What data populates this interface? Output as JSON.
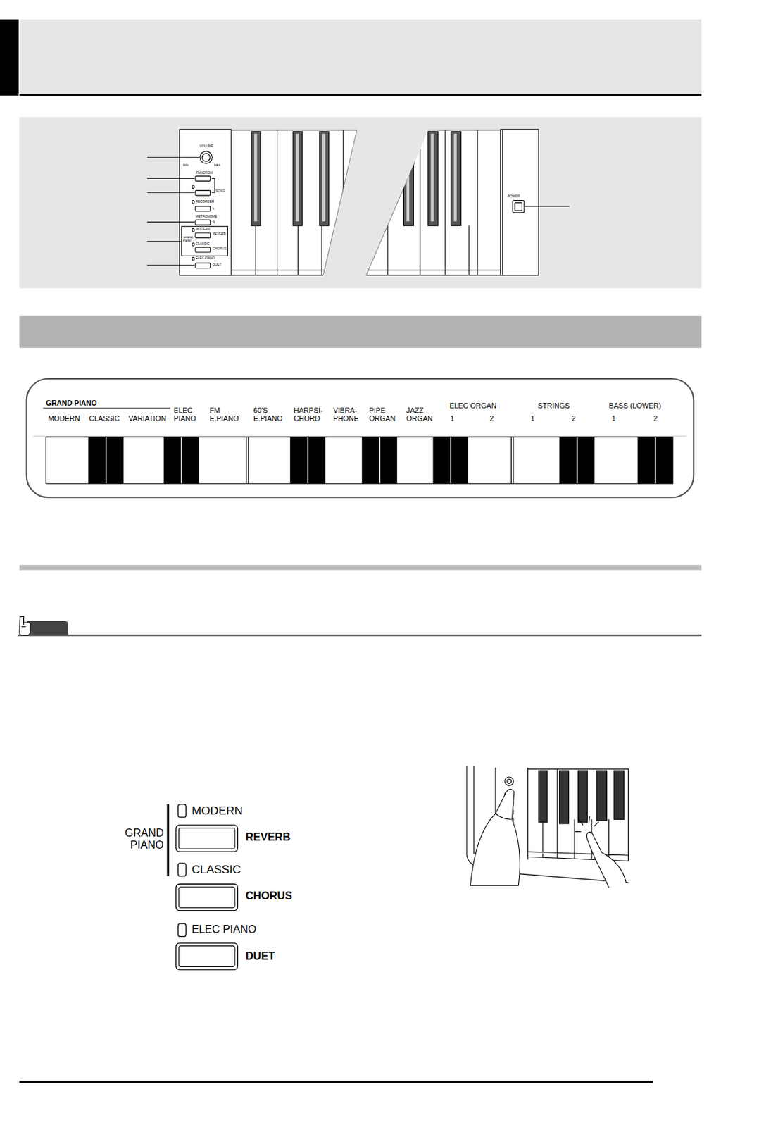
{
  "diagram": {
    "labels": [
      "VOLUME",
      "MIN",
      "MAX",
      "FUNCTION",
      "SONG",
      "RECORDER",
      "L",
      "METRONOME",
      "R",
      "GRAND PIANO",
      "MODERN",
      "REVERB",
      "CLASSIC",
      "CHORUS",
      "ELEC PIANO",
      "DUET",
      "POWER",
      "GRAND PIANO",
      "MODERN",
      "CLASSIC",
      "VARIATION",
      "ELEC PIANO",
      "FM E.PIANO",
      "60'S E.PIANO",
      "HARPSI- CHORD",
      "VIBRA- PHONE",
      "PIPE ORGAN",
      "JAZZ ORGAN",
      "ELEC ORGAN",
      "1",
      "2",
      "STRINGS",
      "1",
      "2",
      "BASS (LOWER)",
      "1",
      "2",
      "MODERN",
      "GRAND PIANO",
      "REVERB",
      "CLASSIC",
      "CHORUS",
      "ELEC PIANO",
      "DUET"
    ]
  }
}
